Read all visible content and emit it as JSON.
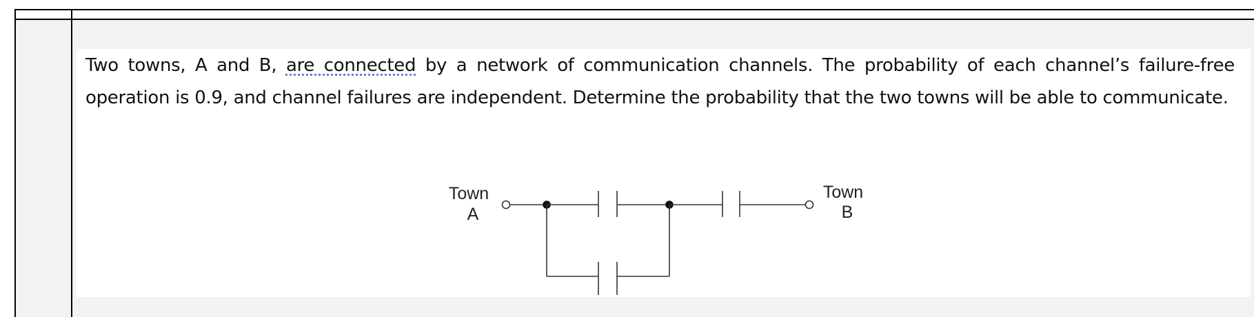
{
  "question": {
    "text_before": "Two towns, A and B, ",
    "flagged_phrase": "are connected",
    "text_after": " by a network of communication channels. The probability of each channel’s failure-free operation is 0.9, and channel failures are independent. Determine the probability that the two towns will be able to communicate."
  },
  "diagram": {
    "town_a": {
      "line1": "Town",
      "line2": "A"
    },
    "town_b": {
      "line1": "Town",
      "line2": "B"
    }
  }
}
